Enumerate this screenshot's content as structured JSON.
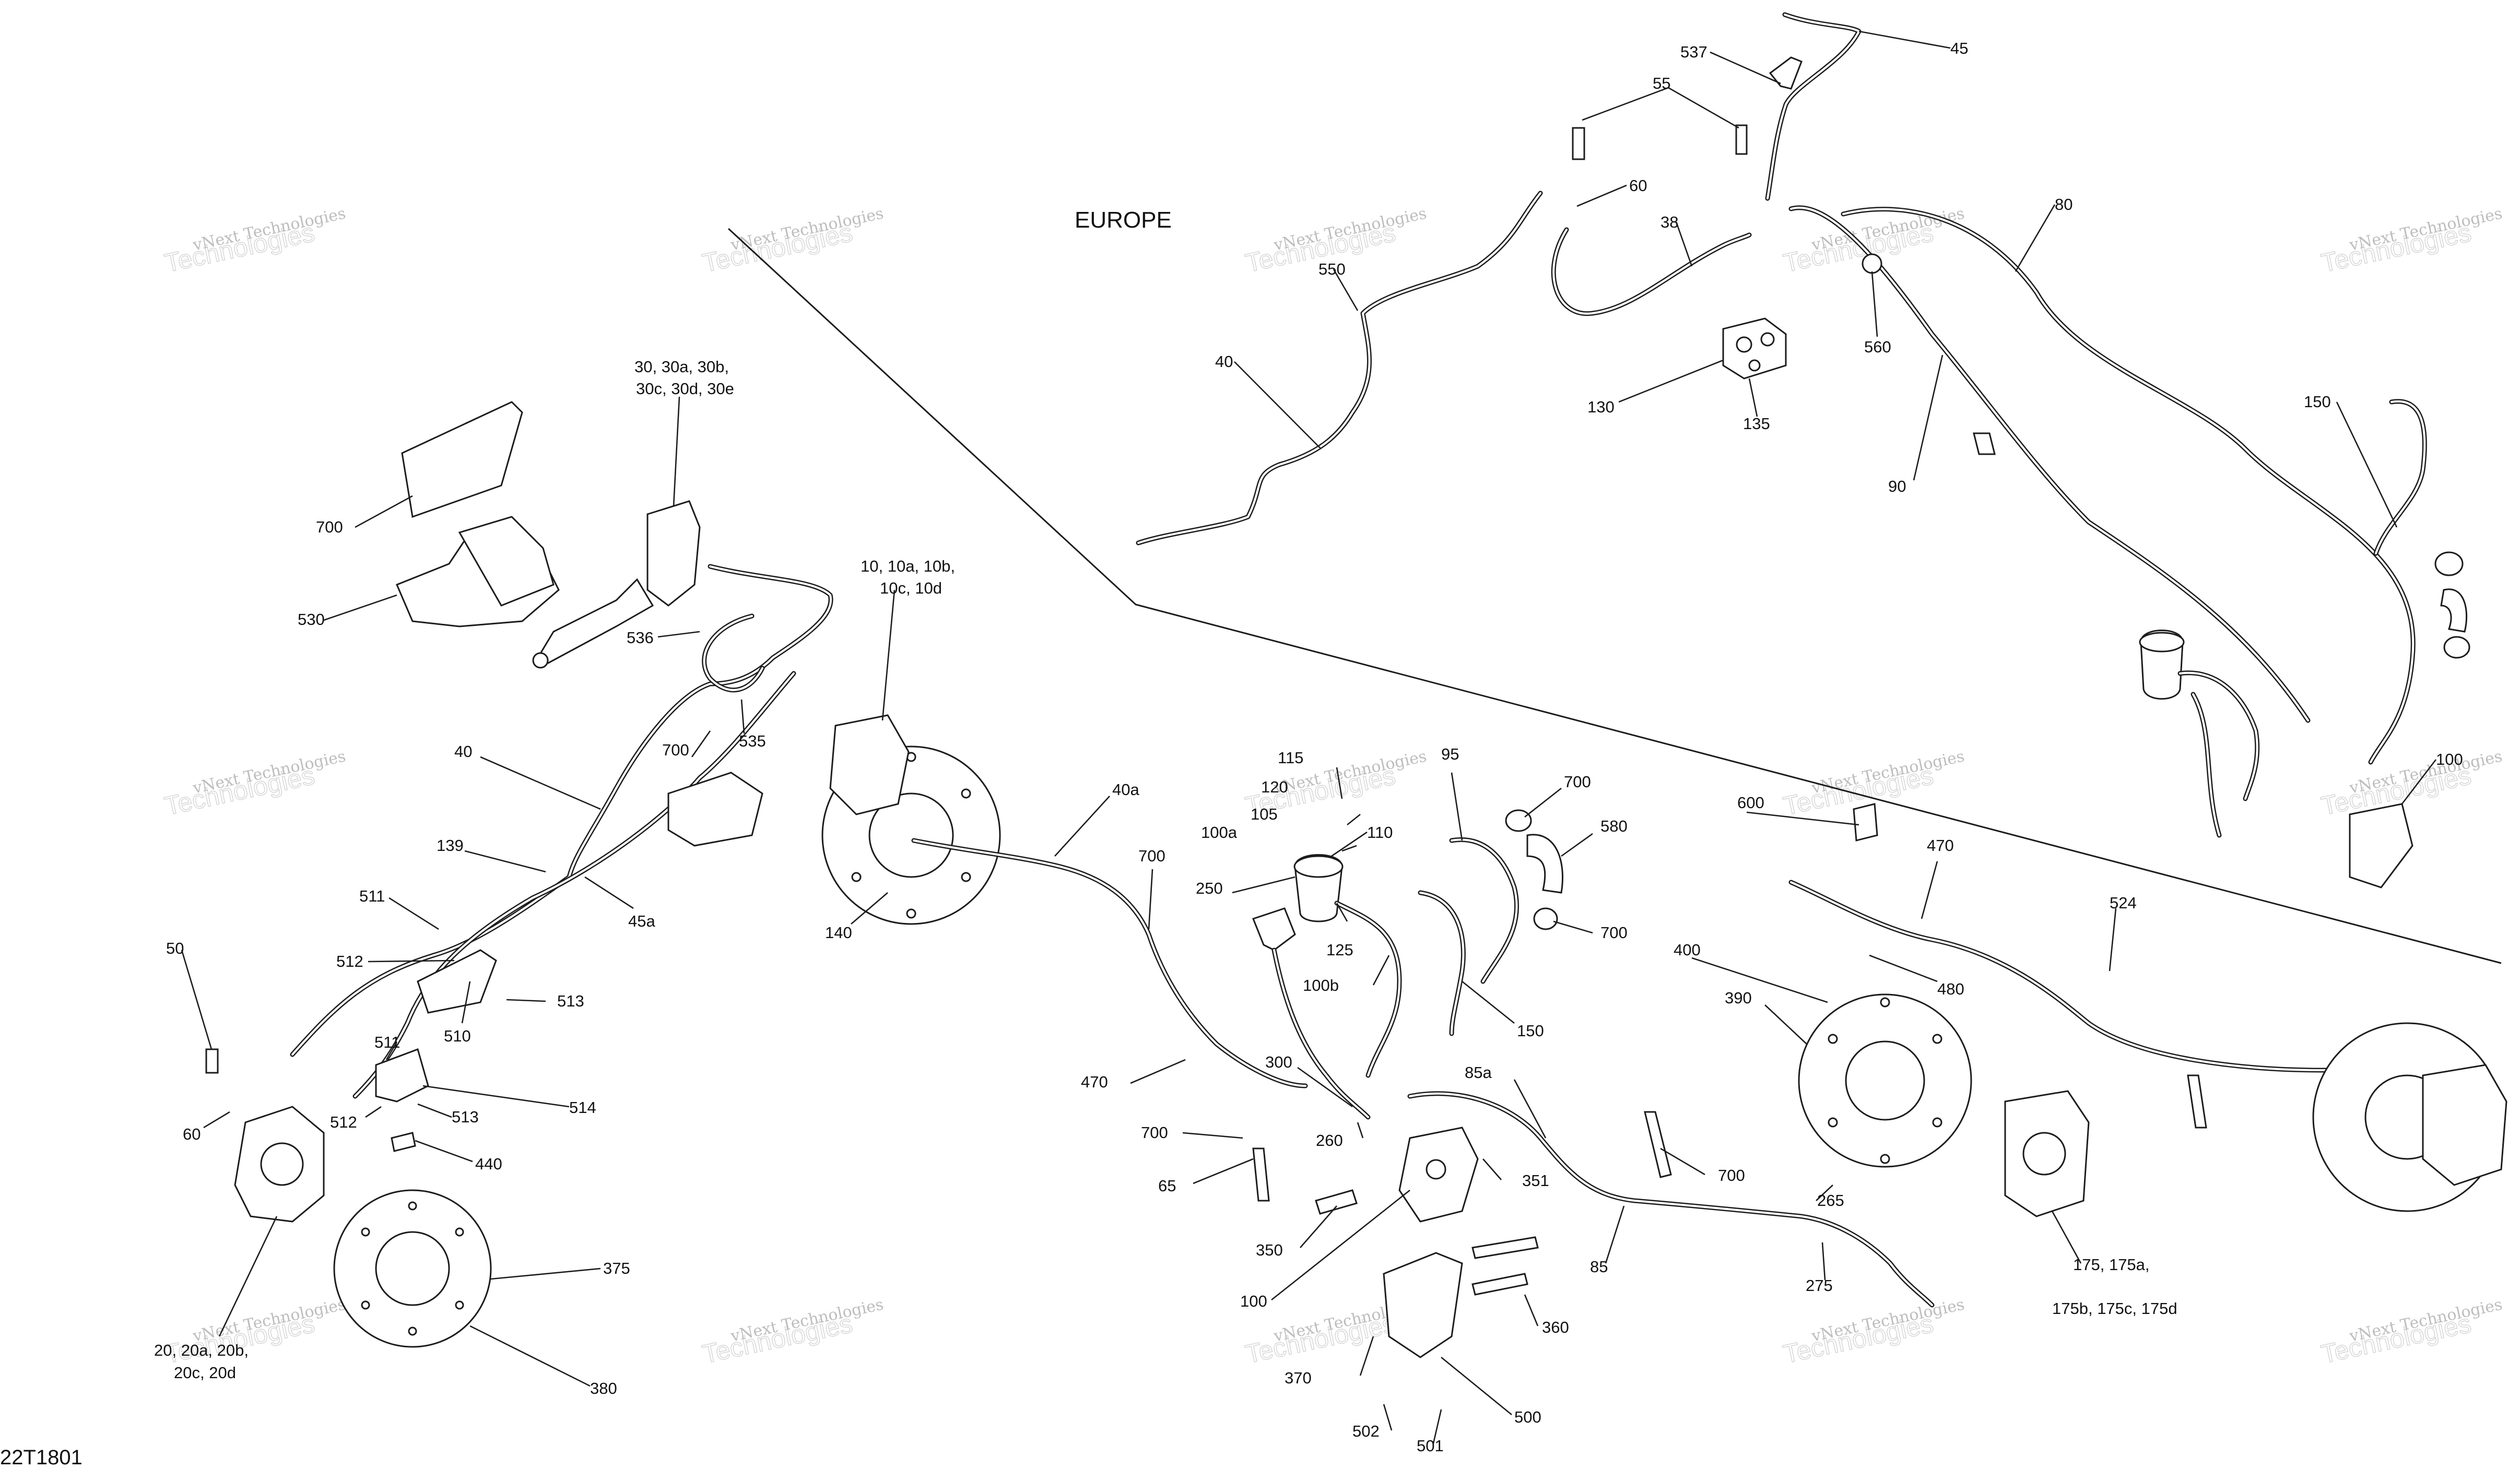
{
  "region_label": "EUROPE",
  "figure_code": "22T1801",
  "watermark": {
    "line1": "vNext Technologies",
    "line2": "Technologies"
  },
  "callouts": [
    {
      "id": "c45",
      "text": "45"
    },
    {
      "id": "c537",
      "text": "537"
    },
    {
      "id": "c55",
      "text": "55"
    },
    {
      "id": "c60top",
      "text": "60"
    },
    {
      "id": "c38",
      "text": "38"
    },
    {
      "id": "c80",
      "text": "80"
    },
    {
      "id": "c550",
      "text": "550"
    },
    {
      "id": "c40top",
      "text": "40"
    },
    {
      "id": "c560",
      "text": "560"
    },
    {
      "id": "c130",
      "text": "130"
    },
    {
      "id": "c135",
      "text": "135"
    },
    {
      "id": "c90",
      "text": "90"
    },
    {
      "id": "c150top",
      "text": "150"
    },
    {
      "id": "c30",
      "text": "30, 30a, 30b,"
    },
    {
      "id": "c30b",
      "text": "30c, 30d, 30e"
    },
    {
      "id": "c700a",
      "text": "700"
    },
    {
      "id": "c530",
      "text": "530"
    },
    {
      "id": "c10",
      "text": "10, 10a, 10b,"
    },
    {
      "id": "c10b",
      "text": "10c, 10d"
    },
    {
      "id": "c536",
      "text": "536"
    },
    {
      "id": "c40",
      "text": "40"
    },
    {
      "id": "c700b",
      "text": "700"
    },
    {
      "id": "c535",
      "text": "535"
    },
    {
      "id": "c139",
      "text": "139"
    },
    {
      "id": "c45a",
      "text": "45a"
    },
    {
      "id": "c511a",
      "text": "511"
    },
    {
      "id": "c50",
      "text": "50"
    },
    {
      "id": "c512a",
      "text": "512"
    },
    {
      "id": "c513a",
      "text": "513"
    },
    {
      "id": "c510",
      "text": "510"
    },
    {
      "id": "c511b",
      "text": "511"
    },
    {
      "id": "c514",
      "text": "514"
    },
    {
      "id": "c60",
      "text": "60"
    },
    {
      "id": "c512b",
      "text": "512"
    },
    {
      "id": "c513b",
      "text": "513"
    },
    {
      "id": "c440",
      "text": "440"
    },
    {
      "id": "c375",
      "text": "375"
    },
    {
      "id": "c20",
      "text": "20, 20a, 20b,"
    },
    {
      "id": "c20b",
      "text": "20c, 20d"
    },
    {
      "id": "c380",
      "text": "380"
    },
    {
      "id": "c140",
      "text": "140"
    },
    {
      "id": "c40a",
      "text": "40a"
    },
    {
      "id": "c700c",
      "text": "700"
    },
    {
      "id": "c115",
      "text": "115"
    },
    {
      "id": "c120",
      "text": "120"
    },
    {
      "id": "c105",
      "text": "105"
    },
    {
      "id": "c100a",
      "text": "100a"
    },
    {
      "id": "c110",
      "text": "110"
    },
    {
      "id": "c250",
      "text": "250"
    },
    {
      "id": "c125",
      "text": "125"
    },
    {
      "id": "c100b",
      "text": "100b"
    },
    {
      "id": "c95",
      "text": "95"
    },
    {
      "id": "c700d",
      "text": "700"
    },
    {
      "id": "c580",
      "text": "580"
    },
    {
      "id": "c700e",
      "text": "700"
    },
    {
      "id": "c150",
      "text": "150"
    },
    {
      "id": "c600",
      "text": "600"
    },
    {
      "id": "c470a",
      "text": "470"
    },
    {
      "id": "c524",
      "text": "524"
    },
    {
      "id": "c400",
      "text": "400"
    },
    {
      "id": "c480",
      "text": "480"
    },
    {
      "id": "c390",
      "text": "390"
    },
    {
      "id": "c470b",
      "text": "470"
    },
    {
      "id": "c300",
      "text": "300"
    },
    {
      "id": "c85a",
      "text": "85a"
    },
    {
      "id": "c700f",
      "text": "700"
    },
    {
      "id": "c65",
      "text": "65"
    },
    {
      "id": "c260",
      "text": "260"
    },
    {
      "id": "c351",
      "text": "351"
    },
    {
      "id": "c700g",
      "text": "700"
    },
    {
      "id": "c265",
      "text": "265"
    },
    {
      "id": "c350",
      "text": "350"
    },
    {
      "id": "c85",
      "text": "85"
    },
    {
      "id": "c100",
      "text": "100"
    },
    {
      "id": "c275",
      "text": "275"
    },
    {
      "id": "c175",
      "text": "175, 175a,"
    },
    {
      "id": "c175b",
      "text": "175b, 175c, 175d"
    },
    {
      "id": "c360",
      "text": "360"
    },
    {
      "id": "c370",
      "text": "370"
    },
    {
      "id": "c500",
      "text": "500"
    },
    {
      "id": "c502",
      "text": "502"
    },
    {
      "id": "c501",
      "text": "501"
    },
    {
      "id": "c100r",
      "text": "100"
    }
  ]
}
